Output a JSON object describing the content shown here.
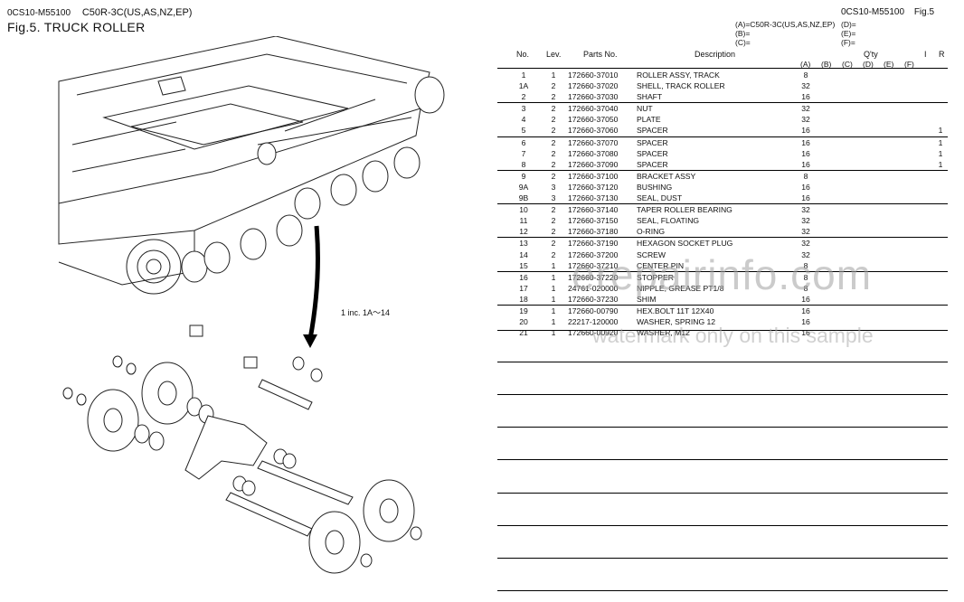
{
  "header": {
    "code_left": "0CS10-M55100",
    "model": "C50R-3C(US,AS,NZ,EP)",
    "figure_title": "Fig.5.  TRUCK ROLLER",
    "code_right": "0CS10-M55100",
    "fig_ref": "Fig.5"
  },
  "legend": {
    "a": "(A)=C50R-3C(US,AS,NZ,EP)",
    "b": "(B)=",
    "c": "(C)=",
    "d": "(D)=",
    "e": "(E)=",
    "f": "(F)="
  },
  "table": {
    "headers": {
      "no": "No.",
      "lev": "Lev.",
      "part_no": "Parts No.",
      "description": "Description",
      "qty": "Q'ty",
      "i": "I",
      "r": "R"
    },
    "qty_columns": [
      "(A)",
      "(B)",
      "(C)",
      "(D)",
      "(E)",
      "(F)"
    ],
    "rows": [
      {
        "no": "1",
        "lev": "1",
        "part_no": "172660-37010",
        "desc": "ROLLER ASSY, TRACK",
        "qty_a": "8",
        "r": ""
      },
      {
        "no": "1A",
        "lev": "2",
        "part_no": "172660-37020",
        "desc": "SHELL, TRACK ROLLER",
        "qty_a": "32",
        "r": ""
      },
      {
        "no": "2",
        "lev": "2",
        "part_no": "172660-37030",
        "desc": "SHAFT",
        "qty_a": "16",
        "r": ""
      },
      {
        "no": "3",
        "lev": "2",
        "part_no": "172660-37040",
        "desc": "NUT",
        "qty_a": "32",
        "r": ""
      },
      {
        "no": "4",
        "lev": "2",
        "part_no": "172660-37050",
        "desc": "PLATE",
        "qty_a": "32",
        "r": ""
      },
      {
        "no": "5",
        "lev": "2",
        "part_no": "172660-37060",
        "desc": "SPACER",
        "qty_a": "16",
        "r": "1"
      },
      {
        "no": "6",
        "lev": "2",
        "part_no": "172660-37070",
        "desc": "SPACER",
        "qty_a": "16",
        "r": "1"
      },
      {
        "no": "7",
        "lev": "2",
        "part_no": "172660-37080",
        "desc": "SPACER",
        "qty_a": "16",
        "r": "1"
      },
      {
        "no": "8",
        "lev": "2",
        "part_no": "172660-37090",
        "desc": "SPACER",
        "qty_a": "16",
        "r": "1"
      },
      {
        "no": "9",
        "lev": "2",
        "part_no": "172660-37100",
        "desc": "BRACKET ASSY",
        "qty_a": "8",
        "r": ""
      },
      {
        "no": "9A",
        "lev": "3",
        "part_no": "172660-37120",
        "desc": "BUSHING",
        "qty_a": "16",
        "r": ""
      },
      {
        "no": "9B",
        "lev": "3",
        "part_no": "172660-37130",
        "desc": "SEAL, DUST",
        "qty_a": "16",
        "r": ""
      },
      {
        "no": "10",
        "lev": "2",
        "part_no": "172660-37140",
        "desc": "TAPER ROLLER BEARING",
        "qty_a": "32",
        "r": ""
      },
      {
        "no": "11",
        "lev": "2",
        "part_no": "172660-37150",
        "desc": "SEAL, FLOATING",
        "qty_a": "32",
        "r": ""
      },
      {
        "no": "12",
        "lev": "2",
        "part_no": "172660-37180",
        "desc": "O-RING",
        "qty_a": "32",
        "r": ""
      },
      {
        "no": "13",
        "lev": "2",
        "part_no": "172660-37190",
        "desc": "HEXAGON SOCKET PLUG",
        "qty_a": "32",
        "r": ""
      },
      {
        "no": "14",
        "lev": "2",
        "part_no": "172660-37200",
        "desc": "SCREW",
        "qty_a": "32",
        "r": ""
      },
      {
        "no": "15",
        "lev": "1",
        "part_no": "172660-37210",
        "desc": "CENTER PIN",
        "qty_a": "8",
        "r": ""
      },
      {
        "no": "16",
        "lev": "1",
        "part_no": "172660-37220",
        "desc": "STOPPER",
        "qty_a": "8",
        "r": ""
      },
      {
        "no": "17",
        "lev": "1",
        "part_no": "24761-020000",
        "desc": "NIPPLE, GREASE PT1/8",
        "qty_a": "8",
        "r": ""
      },
      {
        "no": "18",
        "lev": "1",
        "part_no": "172660-37230",
        "desc": "SHIM",
        "qty_a": "16",
        "r": ""
      },
      {
        "no": "19",
        "lev": "1",
        "part_no": "172660-00790",
        "desc": "HEX.BOLT 11T 12X40",
        "qty_a": "16",
        "r": ""
      },
      {
        "no": "20",
        "lev": "1",
        "part_no": "22217-120000",
        "desc": "WASHER, SPRING 12",
        "qty_a": "16",
        "r": ""
      },
      {
        "no": "21",
        "lev": "1",
        "part_no": "172660-00920",
        "desc": "WASHER, M12",
        "qty_a": "16",
        "r": ""
      }
    ]
  },
  "watermark": {
    "main": "erepairinfo.com",
    "sub": "watermark only on this sample"
  },
  "diagram": {
    "note": "1 inc. 1A～14"
  }
}
